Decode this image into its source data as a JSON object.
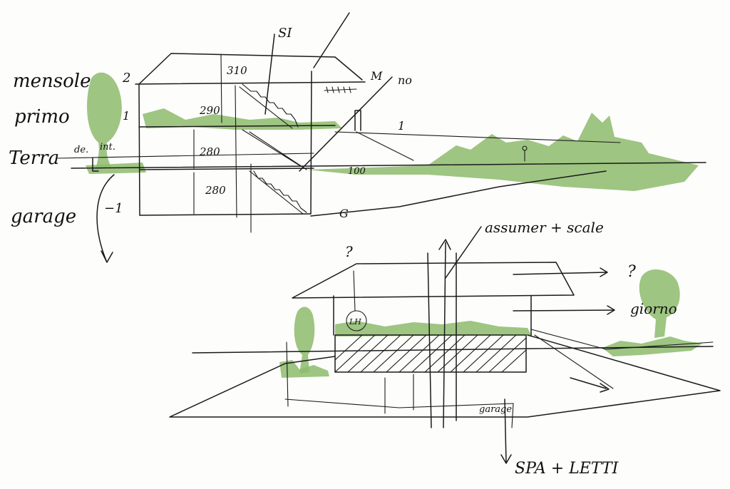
{
  "colors": {
    "ink": "#1a1a1a",
    "vegetation": "#8dbb6c",
    "paper": "#fdfdfb"
  },
  "section_sketch": {
    "level_labels": {
      "attic": "mensole",
      "first": "primo",
      "ground": "Terra",
      "basement": "garage"
    },
    "level_numbers": {
      "attic": "2",
      "first": "1",
      "ground": "de.",
      "basement": "−1"
    },
    "misc_left": "int.",
    "heights": {
      "attic": "310",
      "first": "290",
      "ground": "280",
      "basement": "280"
    },
    "top_mark": "SI",
    "right_mark": "M",
    "right_mark_2": "no",
    "side_mark_1": "1",
    "side_mark_2": "G",
    "ground_mark": "100"
  },
  "elevation_sketch": {
    "annotation_top": "assumer + scale",
    "question_mark": "?",
    "right_question": "?",
    "right_label": "giorno",
    "circle_note": "LH",
    "garage_note": "garage",
    "bottom_label": "SPA + LETTI"
  }
}
